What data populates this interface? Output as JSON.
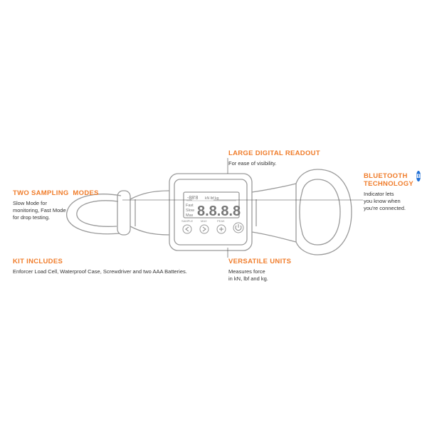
{
  "accent_color": "#f07c2a",
  "line_color": "#444444",
  "outline_color": "#9a9a9a",
  "bluetooth_color": "#1f6fd6",
  "callouts": {
    "readout": {
      "title": "LARGE DIGITAL READOUT",
      "lines": [
        "For ease of visibility."
      ]
    },
    "bluetooth": {
      "title": "BLUETOOTH TECHNOLOGY",
      "title_lines": [
        "BLUETOOTH",
        "TECHNOLOGY"
      ],
      "lines": [
        "Indicator lets",
        "you know when",
        "you're connected."
      ],
      "icon": "bluetooth-icon"
    },
    "sampling": {
      "title": "TWO SAMPLING  MODES",
      "lines": [
        "Slow Mode for",
        "monitoring, Fast Mode",
        "for drop testing."
      ]
    },
    "kit": {
      "title": "KIT INCLUDES",
      "lines": [
        "Enforcer Load Cell, Waterproof Case, Screwdriver and two AAA Batteries."
      ]
    },
    "units": {
      "title": "VERSATILE UNITS",
      "lines": [
        "Measures force",
        "in kN, lbf and kg."
      ]
    }
  },
  "device": {
    "display_digits": "8.8.8.8",
    "display_small_left": "-88'8",
    "display_top_indicators": "kN lbf kg",
    "mode_labels": [
      "Fast",
      "Slow",
      "Max"
    ],
    "buttons": [
      {
        "label": "SAMPLE",
        "sublabel": "",
        "icon": "left-arrow-icon"
      },
      {
        "label": "MAX",
        "sublabel": "",
        "icon": "right-arrow-icon"
      },
      {
        "label": "PEAK",
        "sublabel": "",
        "icon": "plus-icon"
      }
    ],
    "power_icon": "power-icon"
  }
}
